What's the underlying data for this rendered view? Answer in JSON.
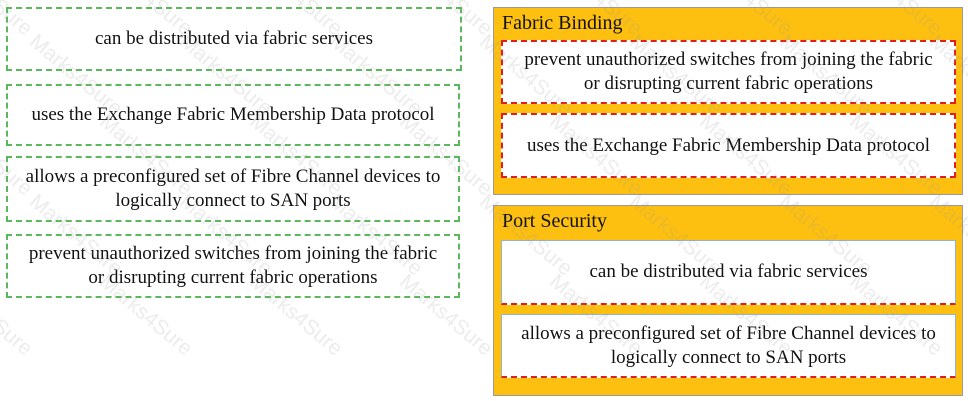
{
  "sources": [
    {
      "label": "can be distributed via fabric services"
    },
    {
      "label": "uses the Exchange Fabric Membership Data protocol"
    },
    {
      "label": "allows a preconfigured set of Fibre Channel devices to logically connect to SAN ports"
    },
    {
      "label": "prevent unauthorized switches from joining the fabric or disrupting current fabric operations"
    }
  ],
  "panels": [
    {
      "title": "Fabric Binding",
      "items": [
        {
          "label": "prevent unauthorized switches from joining the fabric or disrupting current fabric operations"
        },
        {
          "label": "uses the Exchange Fabric Membership Data protocol"
        }
      ]
    },
    {
      "title": "Port Security",
      "items": [
        {
          "label": "can be distributed via fabric services"
        },
        {
          "label": "allows a preconfigured set of Fibre Channel devices to logically connect to SAN ports"
        }
      ]
    }
  ],
  "watermark": "Marks4Sure",
  "colors": {
    "panel_bg": "#fdc010",
    "source_border": "#5cb85c",
    "target_border": "#e11d1d"
  }
}
